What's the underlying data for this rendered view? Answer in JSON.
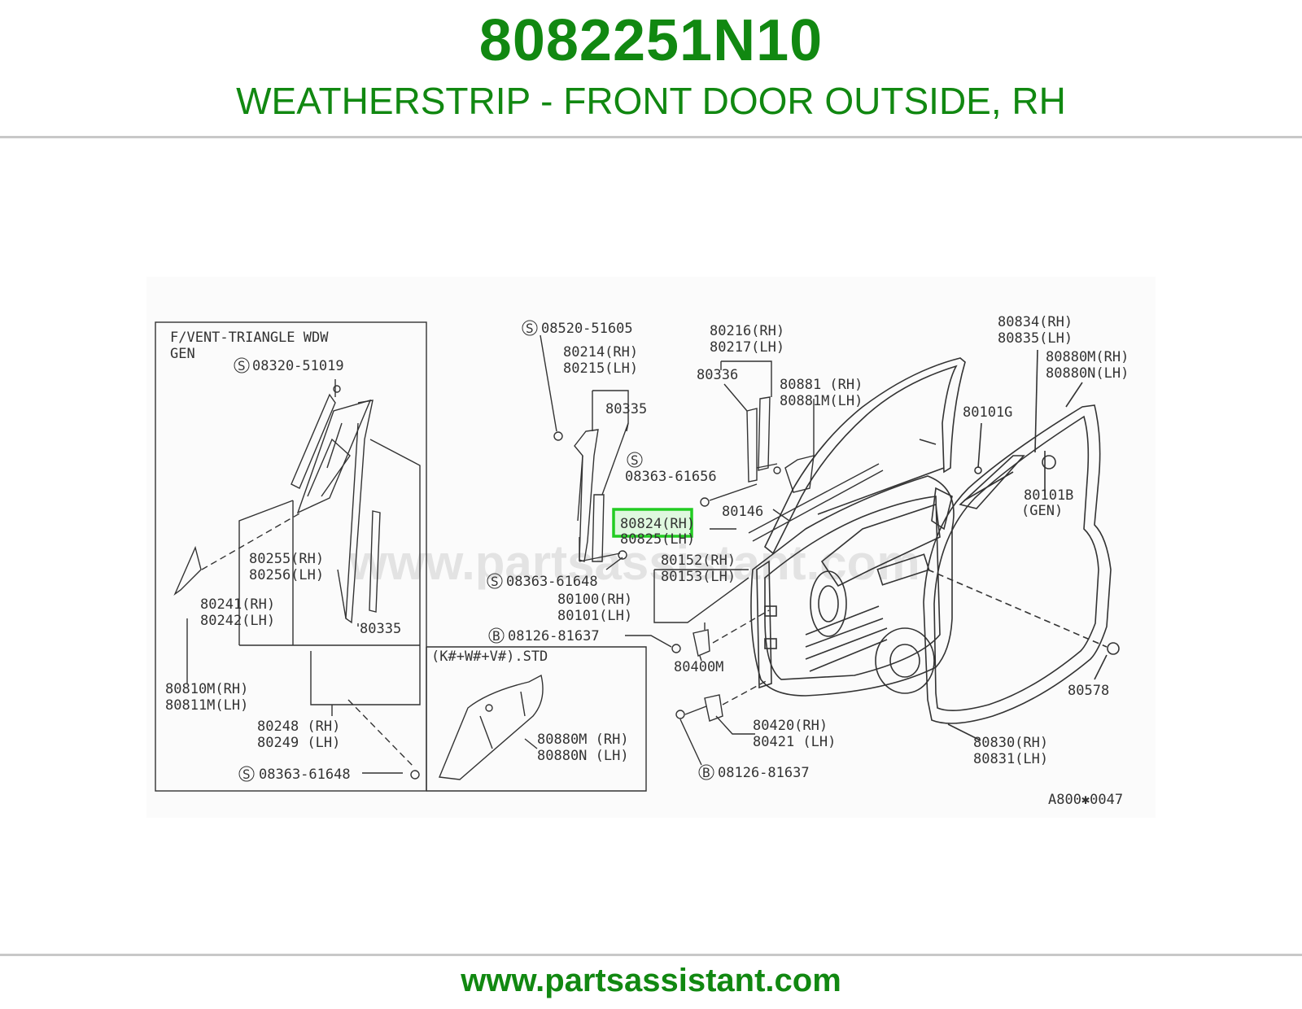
{
  "header": {
    "part_number": "8082251N10",
    "description": "WEATHERSTRIP - FRONT DOOR OUTSIDE, RH"
  },
  "footer": {
    "url": "www.partsassistant.com"
  },
  "colors": {
    "brand_green": "#118811",
    "highlight_green": "#22cc22",
    "line_gray": "#333333"
  },
  "diagram": {
    "watermark": "www.partsassistant.com",
    "inset_title": "F/VENT-TRIANGLE WDW",
    "inset_subtitle": "GEN",
    "inset2_title": "(K#+W#+V#).STD",
    "figure_code": "A800✱0047",
    "highlighted_label": "80824(RH)",
    "labels": {
      "s_08320_51019": "08320-51019",
      "l80255": "80255(RH)",
      "l80256": "80256(LH)",
      "l80241": "80241(RH)",
      "l80242": "80242(LH)",
      "l80335a": "80335",
      "l80810m": "80810M(RH)",
      "l80811m": "80811M(LH)",
      "l80248": "80248 (RH)",
      "l80249": "80249 (LH)",
      "s_08363_61648a": "08363-61648",
      "s_08520_51605": "08520-51605",
      "l80214": "80214(RH)",
      "l80215": "80215(LH)",
      "l80335b": "80335",
      "s_08363_61656": "08363-61656",
      "l80825": "80825(LH)",
      "s_08363_61648b": "08363-61648",
      "l80100": "80100(RH)",
      "l80101": "80101(LH)",
      "b_08126_81637a": "08126-81637",
      "l80400m": "80400M",
      "l80880m_std": "80880M (RH)",
      "l80880n_std": "80880N (LH)",
      "l80216": "80216(RH)",
      "l80217": "80217(LH)",
      "l80336": "80336",
      "l80881": "80881 (RH)",
      "l80881m": "80881M(LH)",
      "l80146": "80146",
      "l80152": "80152(RH)",
      "l80153": "80153(LH)",
      "l80420": "80420(RH)",
      "l80421": "80421 (LH)",
      "b_08126_81637b": "08126-81637",
      "l80834": "80834(RH)",
      "l80835": "80835(LH)",
      "l80880m": "80880M(RH)",
      "l80880n": "80880N(LH)",
      "l80101g": "80101G",
      "l80101b": "80101B",
      "lgen": "(GEN)",
      "l80578": "80578",
      "l80830": "80830(RH)",
      "l80831": "80831(LH)"
    },
    "symbols": {
      "s": "S",
      "b": "B"
    }
  }
}
